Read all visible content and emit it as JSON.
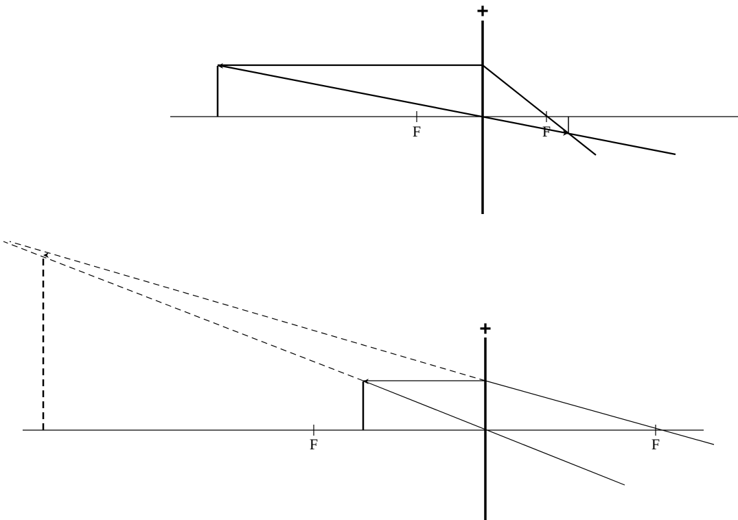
{
  "diagram_real_image": {
    "lens_sign": "+",
    "focal_label_left": "F",
    "focal_label_right": "F"
  },
  "diagram_virtual_image": {
    "lens_sign": "+",
    "focal_label_left": "F",
    "focal_label_right": "F"
  },
  "colors": {
    "ink": "#000000",
    "background": "#ffffff"
  }
}
